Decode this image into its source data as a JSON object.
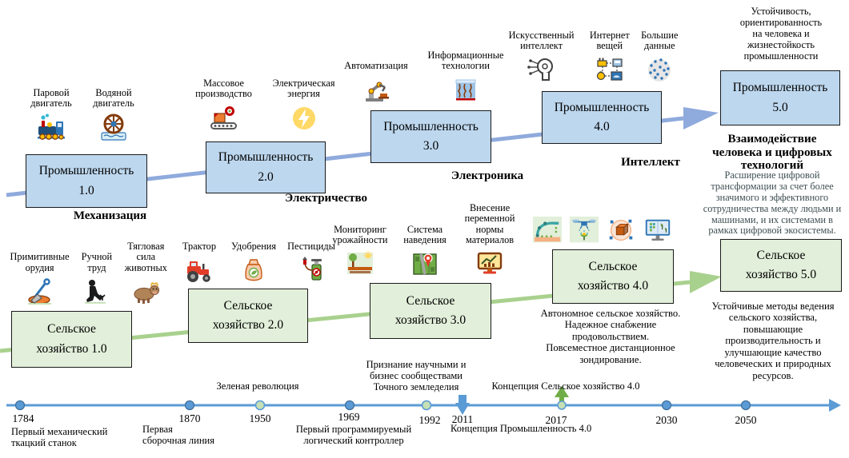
{
  "colors": {
    "industry_box_fill": "#BDD7EE",
    "agri_box_fill": "#E2EFDA",
    "industry_arrow": "#8FAADC",
    "agri_arrow": "#A9D18E",
    "timeline_line": "#5B9BD5",
    "timeline_dot_blue": "#5B9BD5",
    "timeline_dot_green": "#C5E0B4",
    "marker_green": "#70AD47",
    "ind5_text": "#3F4E52"
  },
  "industry": {
    "stages": [
      {
        "line1": "Промышленность",
        "line2": "1.0",
        "era": "Механизация",
        "items": [
          {
            "label": "Паровой двигатель",
            "icon": "steam-engine-icon"
          },
          {
            "label": "Водяной двигатель",
            "icon": "water-wheel-icon"
          }
        ]
      },
      {
        "line1": "Промышленность",
        "line2": "2.0",
        "era": "Электричество",
        "items": [
          {
            "label": "Массовое производство",
            "icon": "mass-production-icon"
          },
          {
            "label": "Электрическая энергия",
            "icon": "electric-energy-icon"
          }
        ]
      },
      {
        "line1": "Промышленность",
        "line2": "3.0",
        "era": "Электроника",
        "items": [
          {
            "label": "Автоматизация",
            "icon": "automation-icon"
          },
          {
            "label": "Информационные технологии",
            "icon": "information-technology-icon"
          }
        ]
      },
      {
        "line1": "Промышленность",
        "line2": "4.0",
        "era": "Интеллект",
        "items": [
          {
            "label": "Искусственный интеллект",
            "icon": "artificial-intelligence-icon"
          },
          {
            "label": "Интернет вещей",
            "icon": "iot-icon"
          },
          {
            "label": "Большие данные",
            "icon": "big-data-icon"
          }
        ]
      },
      {
        "line1": "Промышленность",
        "line2": "5.0",
        "top_note": "Устойчивость,\nориентированность\nна человека и\nжизнестойкость\nпромышленности",
        "heading": "Взаимодействие\nчеловека и цифровых\nтехнологий",
        "description": "Расширение цифровой\nтрансформации за счет более\nзначимого и эффективного\nсотрудничества между людьми и\nмашинами, и их системами в\nрамках цифровой экосистемы."
      }
    ]
  },
  "agriculture": {
    "stages": [
      {
        "line1": "Сельское",
        "line2": "хозяйство 1.0",
        "items": [
          {
            "label": "Примитивные орудия",
            "icon": "primitive-tools-icon"
          },
          {
            "label": "Ручной труд",
            "icon": "manual-labor-icon"
          },
          {
            "label": "Тягловая сила животных",
            "icon": "animal-power-icon"
          }
        ]
      },
      {
        "line1": "Сельское",
        "line2": "хозяйство 2.0",
        "items": [
          {
            "label": "Трактор",
            "icon": "tractor-icon"
          },
          {
            "label": "Удобрения",
            "icon": "fertilizer-icon"
          },
          {
            "label": "Пестициды",
            "icon": "pesticide-icon"
          }
        ]
      },
      {
        "line1": "Сельское",
        "line2": "хозяйство 3.0",
        "items": [
          {
            "label": "Мониторинг урожайности",
            "icon": "yield-monitoring-icon"
          },
          {
            "label": "Система наведения",
            "icon": "guidance-system-icon"
          },
          {
            "label": "Внесение переменной нормы материалов",
            "icon": "variable-rate-icon"
          }
        ]
      },
      {
        "line1": "Сельское",
        "line2": "хозяйство 4.0",
        "items": [
          {
            "icon": "agri-robot-icon"
          },
          {
            "icon": "drone-spray-icon"
          },
          {
            "icon": "digital-cube-icon"
          },
          {
            "icon": "farm-monitor-icon"
          }
        ],
        "description": "Автономное сельское хозяйство.\nНадежное снабжение\nпродовольствием.\nПовсеместное дистанционное\nзондирование."
      },
      {
        "line1": "Сельское",
        "line2": "хозяйство 5.0",
        "description": "Устойчивые методы ведения\nсельского хозяйства,\nповышающие\nпроизводительность и\nулучшающие качество\nчеловеческих и природных\nресурсов."
      }
    ]
  },
  "timeline": {
    "events": [
      {
        "year": "1784",
        "label": "Первый механический\nткацкий станок"
      },
      {
        "year": "1870",
        "label": "Первая\nсборочная линия"
      },
      {
        "year": "1950",
        "label": "Зеленая революция"
      },
      {
        "year": "1969",
        "label": "Первый программируемый\nлогический контроллер"
      },
      {
        "year": "1992",
        "label": "Признание научными и\nбизнес сообществами\nТочного земледелия"
      },
      {
        "year": "2011",
        "label": "Концепция Промышленность 4.0"
      },
      {
        "year": "2017",
        "label": "Концепция Сельское хозяйство 4.0"
      },
      {
        "year": "2030",
        "label": ""
      },
      {
        "year": "2050",
        "label": ""
      }
    ]
  }
}
